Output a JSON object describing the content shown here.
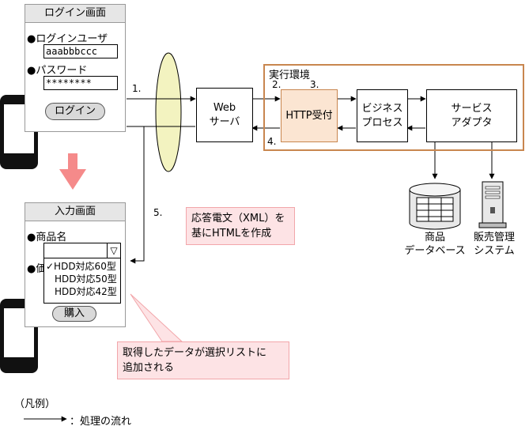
{
  "login_screen": {
    "title": "ログイン画面",
    "user_label": "●ログインユーザ",
    "user_value": "aaabbbccc",
    "password_label": "●パスワード",
    "password_value": "********",
    "login_button": "ログイン"
  },
  "input_screen": {
    "title": "入力画面",
    "product_label": "●商品名",
    "price_label_partial": "●価",
    "dropdown_arrow": "▽",
    "options": [
      "✓HDD対応60型",
      "HDD対応50型",
      "HDD対応42型"
    ],
    "buy_button": "購入"
  },
  "web_server": {
    "line1": "Web",
    "line2": "サーバ"
  },
  "exec_env": {
    "label": "実行環境"
  },
  "http": {
    "label": "HTTP受付"
  },
  "biz": {
    "line1": "ビジネス",
    "line2": "プロセス"
  },
  "adapter": {
    "line1": "サービス",
    "line2": "アダプタ"
  },
  "db": {
    "line1": "商品",
    "line2": "データベース"
  },
  "sales": {
    "line1": "販売管理",
    "line2": "システム"
  },
  "steps": {
    "s1": "1.",
    "s2": "2.",
    "s3": "3.",
    "s4": "4.",
    "s5": "5."
  },
  "note_xml": {
    "line1": "応答電文（XML）を",
    "line2": "基にHTMLを作成"
  },
  "note_list": {
    "line1": "取得したデータが選択リストに",
    "line2": "追加される"
  },
  "legend": {
    "title": "（凡例）",
    "flow": "：処理の流れ"
  },
  "colors": {
    "cloud": "#f3f3c0",
    "http_fill": "#fbe5d2",
    "exec_border": "#c8864f",
    "note_fill": "#fde3e5",
    "note_border": "#f2a6aa",
    "down_arrow": "#f58a8a"
  }
}
